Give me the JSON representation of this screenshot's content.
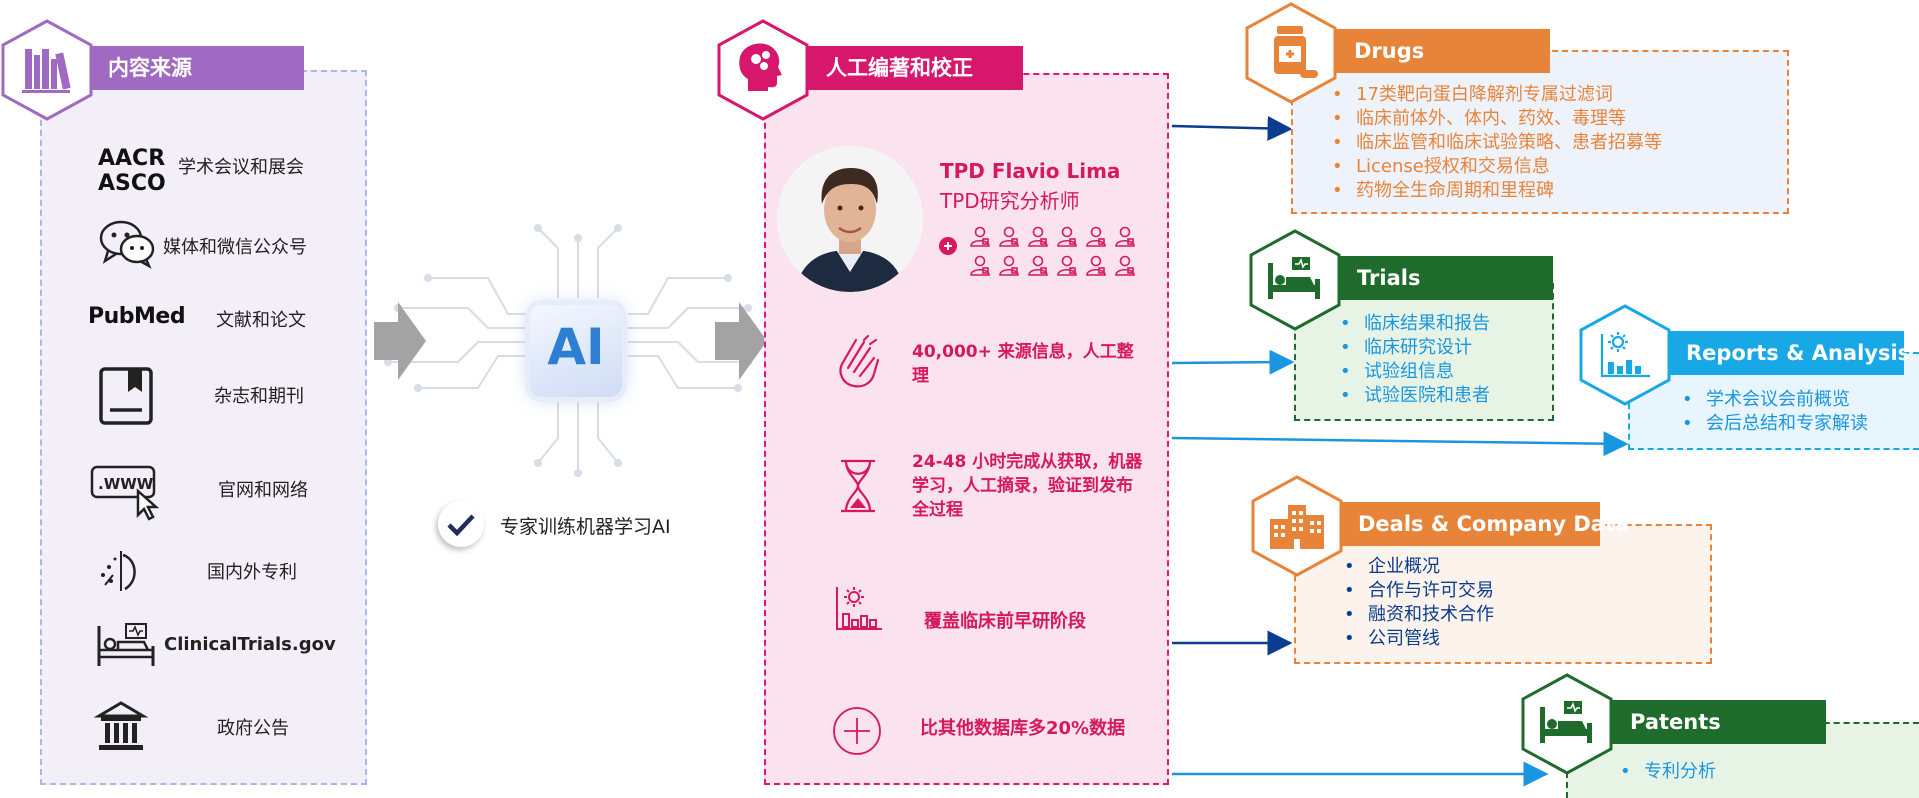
{
  "colors": {
    "purple": "#a06ac2",
    "magenta": "#d6176b",
    "orange": "#e8833a",
    "green": "#1e6b2c",
    "cyan": "#19a8e6",
    "navy": "#0b3c8f"
  },
  "sources": {
    "title": "内容来源",
    "aacr": "AACR",
    "asco": "ASCO",
    "items": [
      {
        "label": "学术会议和展会",
        "icon": "conference-logo-icon"
      },
      {
        "label": "媒体和微信公众号",
        "icon": "wechat-icon"
      },
      {
        "label": "文献和论文",
        "icon": "pubmed-logo-icon",
        "logo": "PubMed"
      },
      {
        "label": "杂志和期刊",
        "icon": "journal-icon"
      },
      {
        "label": "官网和网络",
        "icon": "www-icon",
        "logo": ".WWW"
      },
      {
        "label": "国内外专利",
        "icon": "patent-icon"
      },
      {
        "label": "ClinicalTrials.gov",
        "icon": "hospital-bed-icon"
      },
      {
        "label": "政府公告",
        "icon": "government-building-icon"
      }
    ]
  },
  "ai": {
    "chip_label": "AI",
    "caption": "专家训练机器学习AI"
  },
  "curation": {
    "title": "人工编著和校正",
    "analyst_name": "TPD Flavio Lima",
    "analyst_role": "TPD研究分析师",
    "features": [
      {
        "text": "40,000+ 来源信息，人工整理",
        "icon": "hand-icon"
      },
      {
        "text": "24-48 小时完成从获取，机器学习，人工摘录，验证到发布全过程",
        "icon": "hourglass-icon"
      },
      {
        "text": "覆盖临床前早研阶段",
        "icon": "chart-icon"
      },
      {
        "text": "比其他数据库多20%数据",
        "icon": "plus-circle-icon"
      }
    ]
  },
  "outputs": {
    "drugs": {
      "title": "Drugs",
      "items": [
        "17类靶向蛋白降解剂专属过滤词",
        "临床前体外、体内、药效、毒理等",
        "临床监管和临床试验策略、患者招募等",
        "License授权和交易信息",
        "药物全生命周期和里程碑"
      ]
    },
    "trials": {
      "title": "Trials",
      "items": [
        "临床结果和报告",
        "临床研究设计",
        "试验组信息",
        "试验医院和患者"
      ]
    },
    "reports": {
      "title": "Reports & Analysis",
      "items": [
        "学术会议会前概览",
        "会后总结和专家解读"
      ]
    },
    "deals": {
      "title": "Deals & Company Data",
      "items": [
        "企业概况",
        "合作与许可交易",
        "融资和技术合作",
        "公司管线"
      ]
    },
    "patents": {
      "title": "Patents",
      "items": [
        "专利分析"
      ]
    }
  }
}
